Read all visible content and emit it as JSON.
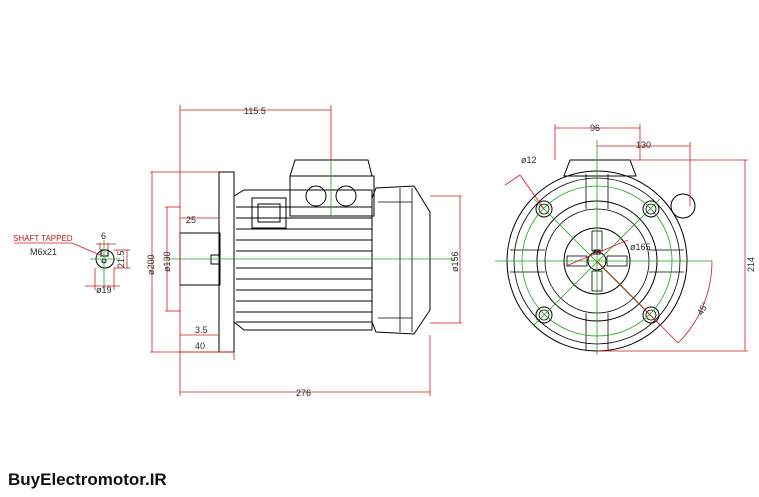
{
  "brand": "BuyElectromotor.IR",
  "shaft": {
    "label_line1": "SHAFT TAPPED",
    "label_line2": "M6x21",
    "dim_width": "6",
    "dim_height": "21.5",
    "dim_diameter": "ø19"
  },
  "side_view": {
    "dim_115_5": "115.5",
    "dim_25": "25",
    "dim_3_5": "3.5",
    "dim_40": "40",
    "dim_276": "276",
    "dim_d200": "ø200",
    "dim_d130": "ø130",
    "dim_d156": "ø156"
  },
  "front_view": {
    "dim_96": "96",
    "dim_130": "130",
    "dim_d12": "ø12",
    "dim_d165": "ø165",
    "dim_214": "214",
    "dim_45deg": "45°"
  },
  "colors": {
    "dimension_line": "#d11a1a",
    "centerline": "#1aa31a",
    "outline": "#000000",
    "label_red": "#c11a1a"
  }
}
